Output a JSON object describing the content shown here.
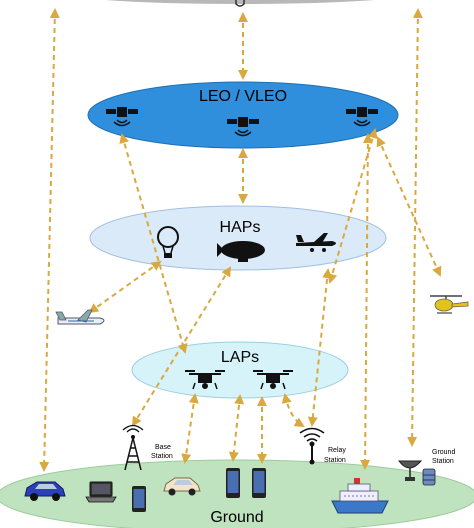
{
  "layers": {
    "leo": {
      "label": "LEO / VLEO",
      "color": "#2f8fdc"
    },
    "haps": {
      "label": "HAPs",
      "color": "#dbeaf8"
    },
    "laps": {
      "label": "LAPs",
      "color": "#d6f3f9"
    },
    "ground": {
      "label": "Ground",
      "color": "#bfe3bf"
    }
  },
  "ground_elements": {
    "base_station": {
      "line1": "Base",
      "line2": "Station"
    },
    "relay_station": {
      "line1": "Relay",
      "line2": "Station"
    },
    "ground_station": {
      "line1": "Ground",
      "line2": "Station"
    }
  },
  "link_color": "#d9a93f",
  "icons": [
    "satellite-icon",
    "balloon-icon",
    "airship-icon",
    "airplane-icon",
    "drone-icon",
    "helicopter-icon",
    "car-icon",
    "laptop-icon",
    "phone-icon",
    "ship-icon",
    "antenna-icon"
  ]
}
